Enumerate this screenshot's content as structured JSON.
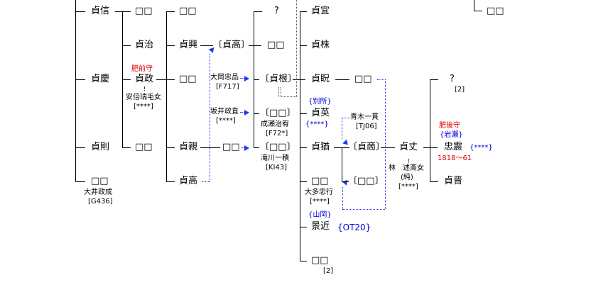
{
  "gen1": {
    "sadanobu": "貞信",
    "sadayoshi_k": "貞慶",
    "sadanori": "貞則",
    "unknown": "□□",
    "unknown_spouse": "大井政成",
    "unknown_code": "[G436]"
  },
  "gen2": {
    "unknown_a": "□□",
    "sadaharu": "貞治",
    "sadamasa_title": "肥前守",
    "sadamasa": "貞政",
    "sadamasa_spouse": "安倍瑞毛女",
    "sadamasa_code": "[****]",
    "unknown_b": "□□"
  },
  "gen3": {
    "unknown_a": "□□",
    "sadaoki": "貞興",
    "unknown_b": "□□",
    "sadachika": "貞親",
    "sadataka": "貞高"
  },
  "gen3b": {
    "sadataka_adopt": "〔貞高〕",
    "adopt1_name": "大岡忠品",
    "adopt1_code": "[F717]",
    "adopt2_name": "坂井政直",
    "adopt2_code": "[****]",
    "unknown_c": "□□"
  },
  "gen4": {
    "question": "?",
    "unknown_a": "□□",
    "sadane": "〔貞根〕",
    "unknown_b": "〔□□〕",
    "unknown_b_spouse": "成瀬治宥",
    "unknown_b_code": "[F72*]",
    "unknown_c": "〔□□〕",
    "unknown_c_spouse": "滝川一積",
    "unknown_c_code": "[KI43]"
  },
  "gen5": {
    "sadanobu2": "貞宜",
    "sadakabu": "貞株",
    "sadaaki": "貞眖",
    "sadahide_house": "{別所}",
    "sadahide": "貞英",
    "sadahide_code": "{****}",
    "sadayu": "貞猶",
    "unknown": "□□",
    "unknown_spouse": "大多忠行",
    "unknown_code": "[****]",
    "kagechika_house": "{山岡}",
    "kagechika": "景近",
    "kagechika_code": "{OT20}",
    "last": "□□",
    "last_note": "[2]"
  },
  "gen6": {
    "unknown_a": "□□",
    "adopt_name": "青木一貫",
    "adopt_code": "[TJ06]",
    "sadashou": "〔貞啇〕",
    "unknown_b": "〔□□〕"
  },
  "gen7": {
    "sadatake": "貞丈",
    "spouse_line1": "林　述斎女",
    "spouse_line2": "(純)",
    "spouse_code": "[****]"
  },
  "gen8": {
    "question": "?",
    "question_note": "[2]",
    "tadafuru_title": "肥後守",
    "tadafuru_house": "{岩瀬}",
    "tadafuru": "忠震",
    "tadafuru_code": "{****}",
    "tadafuru_years": "1818〜61",
    "sadaaki": "貞晋"
  },
  "top_right": {
    "unknown": "□□"
  }
}
